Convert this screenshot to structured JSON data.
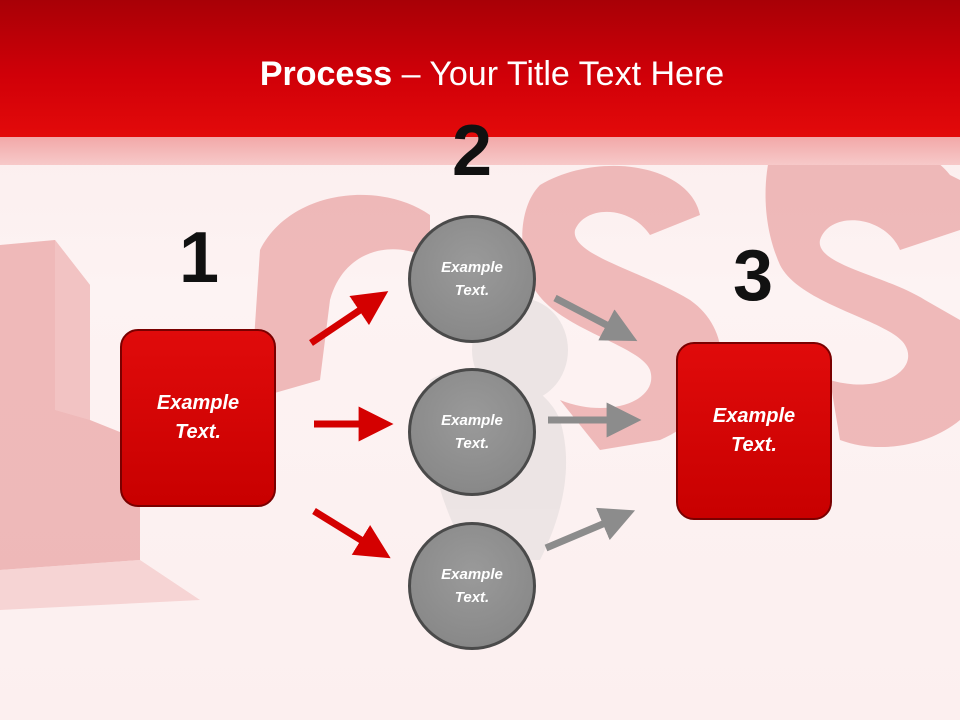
{
  "header": {
    "title_bold": "Process",
    "title_rest": " – Your Title Text Here"
  },
  "steps": {
    "one": "1",
    "two": "2",
    "three": "3"
  },
  "left_box": {
    "line1": "Example",
    "line2": "Text."
  },
  "right_box": {
    "line1": "Example",
    "line2": "Text."
  },
  "circles": [
    {
      "line1": "Example",
      "line2": "Text."
    },
    {
      "line1": "Example",
      "line2": "Text."
    },
    {
      "line1": "Example",
      "line2": "Text."
    }
  ],
  "colors": {
    "accent_red": "#d00008",
    "arrow_red": "#d40000",
    "arrow_gray": "#8c8c8c",
    "circle_gray": "#8a8a8a"
  },
  "background_image": "3d-figure-sitting-against-loss-letters"
}
